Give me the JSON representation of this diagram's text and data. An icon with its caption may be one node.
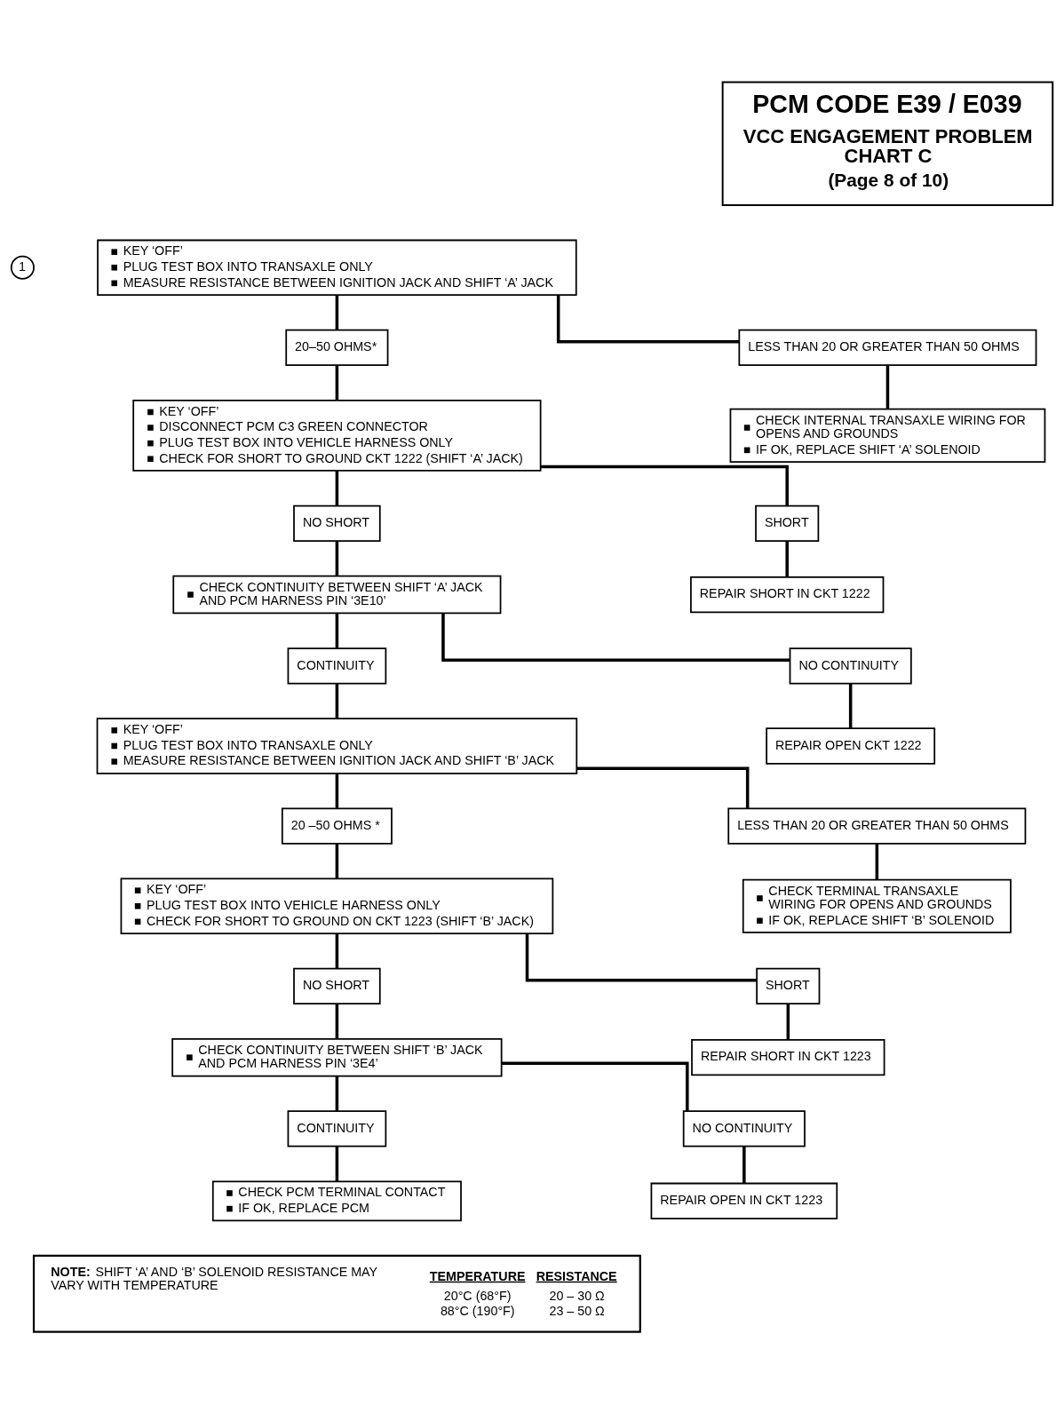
{
  "diagram": {
    "nodes": [
      {
        "text": [
          "PCM CODE E39 / E039",
          "VCC ENGAGEMENT PROBLEM CHART C",
          "(Page 8 of 10)"
        ]
      },
      {
        "text": [
          "1"
        ]
      },
      {
        "text": [
          "KEY ‘OFF’",
          "PLUG TEST BOX INTO TRANSAXLE ONLY",
          "MEASURE RESISTANCE BETWEEN IGNITION JACK AND SHIFT ‘A’ JACK"
        ]
      },
      {
        "text": [
          "20–50 OHMS*"
        ]
      },
      {
        "text": [
          "LESS THAN 20 OR GREATER THAN 50 OHMS"
        ]
      },
      {
        "text": [
          "KEY ‘OFF’",
          "DISCONNECT PCM C3 GREEN CONNECTOR",
          "PLUG TEST BOX INTO VEHICLE HARNESS ONLY",
          "CHECK FOR SHORT TO GROUND CKT 1222 (SHIFT ‘A’ JACK)"
        ]
      },
      {
        "text": [
          "CHECK INTERNAL TRANSAXLE WIRING FOR OPENS AND GROUNDS",
          "IF OK, REPLACE SHIFT ‘A’ SOLENOID"
        ]
      },
      {
        "text": [
          "NO SHORT"
        ]
      },
      {
        "text": [
          "SHORT"
        ]
      },
      {
        "text": [
          "CHECK CONTINUITY BETWEEN SHIFT ‘A’ JACK AND PCM HARNESS PIN ‘3E10’"
        ]
      },
      {
        "text": [
          "REPAIR SHORT IN CKT 1222"
        ]
      },
      {
        "text": [
          "CONTINUITY"
        ]
      },
      {
        "text": [
          "NO CONTINUITY"
        ]
      },
      {
        "text": [
          "KEY ‘OFF’",
          "PLUG TEST BOX INTO TRANSAXLE ONLY",
          "MEASURE RESISTANCE BETWEEN IGNITION JACK AND SHIFT ‘B’ JACK"
        ]
      },
      {
        "text": [
          "REPAIR OPEN CKT 1222"
        ]
      },
      {
        "text": [
          "20 –50 OHMS *"
        ]
      },
      {
        "text": [
          "LESS THAN 20 OR GREATER THAN 50 OHMS"
        ]
      },
      {
        "text": [
          "KEY ‘OFF’",
          "PLUG TEST BOX INTO VEHICLE HARNESS ONLY",
          "CHECK FOR SHORT TO GROUND ON CKT 1223 (SHIFT ‘B’ JACK)"
        ]
      },
      {
        "text": [
          "CHECK TERMINAL TRANSAXLE WIRING FOR OPENS AND GROUNDS",
          "IF OK, REPLACE SHIFT ‘B’ SOLENOID"
        ]
      },
      {
        "text": [
          "NO SHORT"
        ]
      },
      {
        "text": [
          "SHORT"
        ]
      },
      {
        "text": [
          "CHECK CONTINUITY BETWEEN SHIFT ‘B’ JACK AND PCM HARNESS PIN ‘3E4’"
        ]
      },
      {
        "text": [
          "REPAIR SHORT IN CKT 1223"
        ]
      },
      {
        "text": [
          "CONTINUITY"
        ]
      },
      {
        "text": [
          "NO CONTINUITY"
        ]
      },
      {
        "text": [
          "CHECK PCM TERMINAL CONTACT",
          "IF OK, REPLACE PCM"
        ]
      },
      {
        "text": [
          "REPAIR OPEN IN CKT 1223"
        ]
      },
      {
        "text": [
          "**NOTE:** SHIFT ‘A’ AND ‘B’ SOLENOID RESISTANCE MAY VARY WITH TEMPERATURE",
          "TEMPERATURE",
          "RESISTANCE",
          "20°C (68°F)",
          "20 – 30 Ω",
          "88°C (190°F)",
          "23 – 50 Ω"
        ]
      }
    ],
    "edges": [
      {
        "from": 2,
        "to": 3,
        "arrow": "none"
      },
      {
        "from": 2,
        "to": 4,
        "arrow": "none"
      },
      {
        "from": 3,
        "to": 5,
        "arrow": "none"
      },
      {
        "from": 4,
        "to": 6,
        "arrow": "none"
      },
      {
        "from": 5,
        "to": 7,
        "arrow": "none"
      },
      {
        "from": 5,
        "to": 8,
        "arrow": "none"
      },
      {
        "from": 7,
        "to": 9,
        "arrow": "none"
      },
      {
        "from": 8,
        "to": 10,
        "arrow": "none"
      },
      {
        "from": 9,
        "to": 11,
        "arrow": "none"
      },
      {
        "from": 9,
        "to": 12,
        "arrow": "none"
      },
      {
        "from": 11,
        "to": 13,
        "arrow": "none"
      },
      {
        "from": 12,
        "to": 14,
        "arrow": "none"
      },
      {
        "from": 13,
        "to": 15,
        "arrow": "none"
      },
      {
        "from": 13,
        "to": 16,
        "arrow": "none"
      },
      {
        "from": 15,
        "to": 17,
        "arrow": "none"
      },
      {
        "from": 16,
        "to": 18,
        "arrow": "none"
      },
      {
        "from": 17,
        "to": 19,
        "arrow": "none"
      },
      {
        "from": 17,
        "to": 20,
        "arrow": "none"
      },
      {
        "from": 19,
        "to": 21,
        "arrow": "none"
      },
      {
        "from": 20,
        "to": 22,
        "arrow": "none"
      },
      {
        "from": 21,
        "to": 23,
        "arrow": "none"
      },
      {
        "from": 21,
        "to": 24,
        "arrow": "none"
      },
      {
        "from": 23,
        "to": 25,
        "arrow": "none"
      },
      {
        "from": 24,
        "to": 26,
        "arrow": "none"
      }
    ]
  }
}
